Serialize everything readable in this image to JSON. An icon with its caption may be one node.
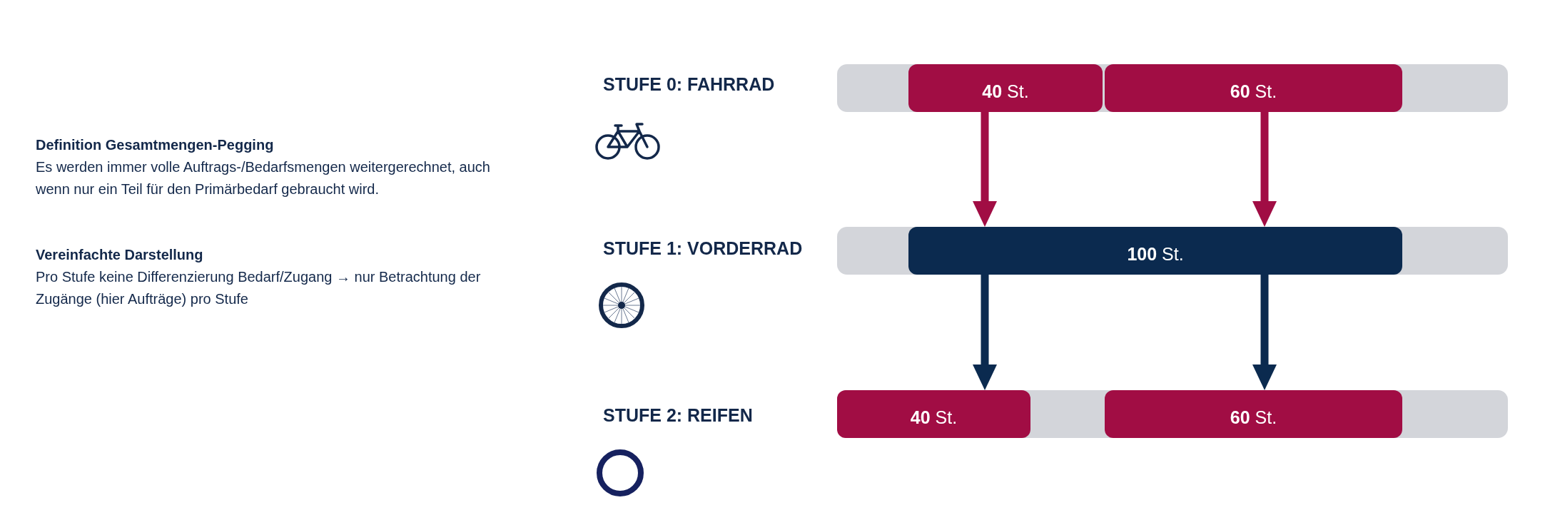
{
  "diagram": {
    "nodes": [
      {
        "text": [],
        "shape": "bar"
      },
      {
        "text": [
          "**40** St."
        ],
        "in": 0
      },
      {
        "text": [
          "**60** St."
        ],
        "in": 0
      },
      {
        "text": [],
        "shape": "bar"
      },
      {
        "text": [
          "**100** St."
        ],
        "in": 3
      },
      {
        "text": [],
        "shape": "bar"
      },
      {
        "text": [
          "**40** St."
        ],
        "in": 5
      },
      {
        "text": [
          "**60** St."
        ],
        "in": 5
      }
    ],
    "edges": [
      {
        "from": 1,
        "to": 4,
        "arrow": "to",
        "color": "#a10d44"
      },
      {
        "from": 2,
        "to": 4,
        "arrow": "to",
        "color": "#a10d44"
      },
      {
        "from": 4,
        "to": 6,
        "arrow": "to",
        "color": "#0b2a4f"
      },
      {
        "from": 4,
        "to": 7,
        "arrow": "to",
        "color": "#0b2a4f"
      }
    ],
    "labels": [
      "Definition Gesamtmengen-Pegging",
      "Es werden immer volle Auftrags-/Bedarfsmengen weitergerechnet, auch wenn nur ein Teil für den Primärbedarf gebraucht wird.",
      "Vereinfachte Darstellung",
      "Pro Stufe keine Differenzierung Bedarf/Zugang → nur Betrachtung der Zugänge (hier Aufträge) pro Stufe",
      "STUFE 0: FAHRRAD",
      "STUFE 1: VORDERRAD",
      "STUFE 2: REIFEN"
    ]
  }
}
